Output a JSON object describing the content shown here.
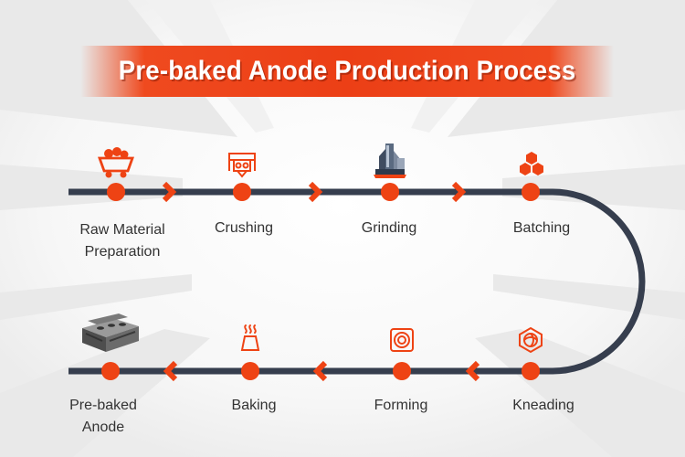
{
  "title": "Pre-baked Anode Production Process",
  "steps": [
    {
      "label_lines": [
        "Raw Material",
        "Preparation"
      ],
      "icon": "mine-cart-icon"
    },
    {
      "label_lines": [
        "Crushing"
      ],
      "icon": "crusher-icon"
    },
    {
      "label_lines": [
        "Grinding"
      ],
      "icon": "grinding-mill-icon"
    },
    {
      "label_lines": [
        "Batching"
      ],
      "icon": "hexagon-cluster-icon"
    },
    {
      "label_lines": [
        "Kneading"
      ],
      "icon": "kneading-icon"
    },
    {
      "label_lines": [
        "Forming"
      ],
      "icon": "forming-mold-icon"
    },
    {
      "label_lines": [
        "Baking"
      ],
      "icon": "furnace-icon"
    },
    {
      "label_lines": [
        "Pre-baked",
        "Anode"
      ],
      "icon": "anode-block-icon"
    }
  ],
  "colors": {
    "accent": "#ee4314",
    "track": "#363e4e",
    "text": "#333333",
    "banner_text": "#ffffff"
  }
}
